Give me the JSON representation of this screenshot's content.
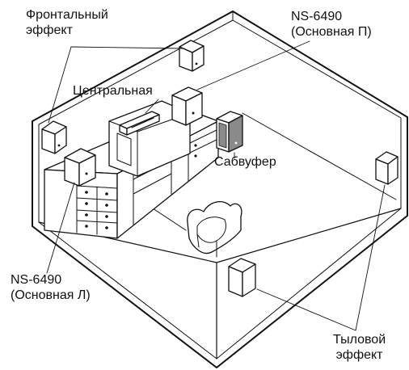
{
  "labels": {
    "front_effect": {
      "line1": "Фронтальный",
      "line2": "эффект"
    },
    "main_right": {
      "line1": "NS-6490",
      "line2": "(Основная П)"
    },
    "center": "Центральная",
    "subwoofer": "Сабвуфер",
    "main_left": {
      "line1": "NS-6490",
      "line2": "(Основная Л)"
    },
    "rear_effect": {
      "line1": "Тыловой",
      "line2": "эффект"
    }
  },
  "colors": {
    "line": "#111111",
    "label_text": "#111111",
    "background": "#ffffff",
    "subwoofer_fill": "#8a8a8a"
  }
}
